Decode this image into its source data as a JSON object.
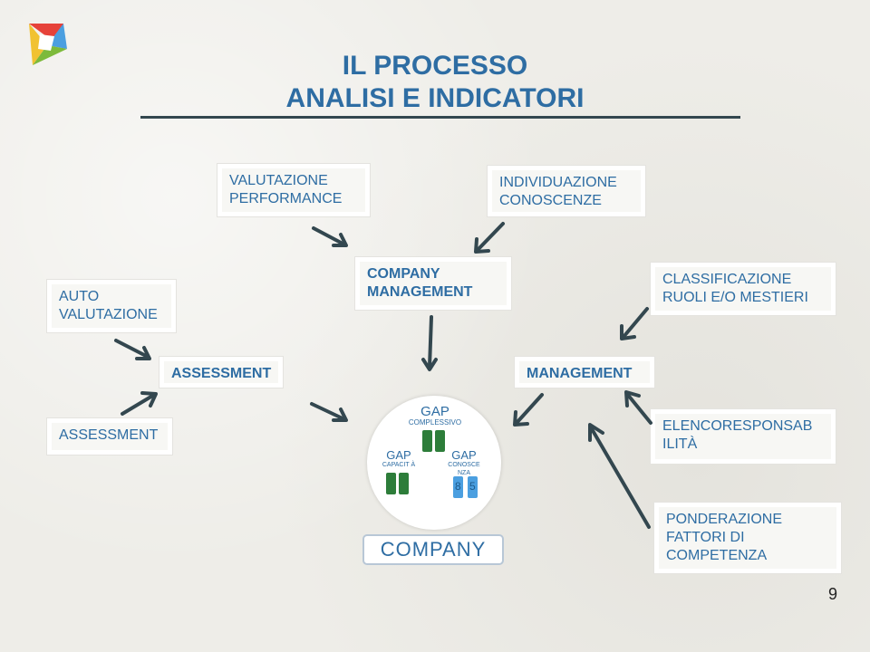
{
  "title": {
    "line1": "IL PROCESSO",
    "line2": "ANALISI E INDICATORI"
  },
  "boxes": {
    "valutazione_performance": "VALUTAZIONE PERFORMANCE",
    "individuazione_conoscenze": "INDIVIDUAZIONE CONOSCENZE",
    "auto_valutazione": "AUTO VALUTAZIONE",
    "company_management": "COMPANY MANAGEMENT",
    "classificazione_ruoli": "CLASSIFICAZIONE RUOLI E/O MESTIERI",
    "assessment_top": "ASSESSMENT",
    "management": "MANAGEMENT",
    "assessment_left": "ASSESSMENT",
    "elenco_responsabilita": "ELENCORESPONSAB ILITÀ",
    "ponderazione": "PONDERAZIONE FATTORI DI COMPETENZA"
  },
  "center": {
    "gap_top": "GAP",
    "complessivo": "COMPLESSIVO",
    "gap_left": "GAP",
    "capacita": "CAPACIT À",
    "gap_right": "GAP",
    "conoscenza": "CONOSCE NZA",
    "num_a": "8",
    "num_b": "5",
    "company": "COMPANY"
  },
  "page_number": "9",
  "colors": {
    "accent": "#2e6da3",
    "arrow": "#33474f",
    "green": "#2d7d3a",
    "blue": "#4b9fe0"
  }
}
